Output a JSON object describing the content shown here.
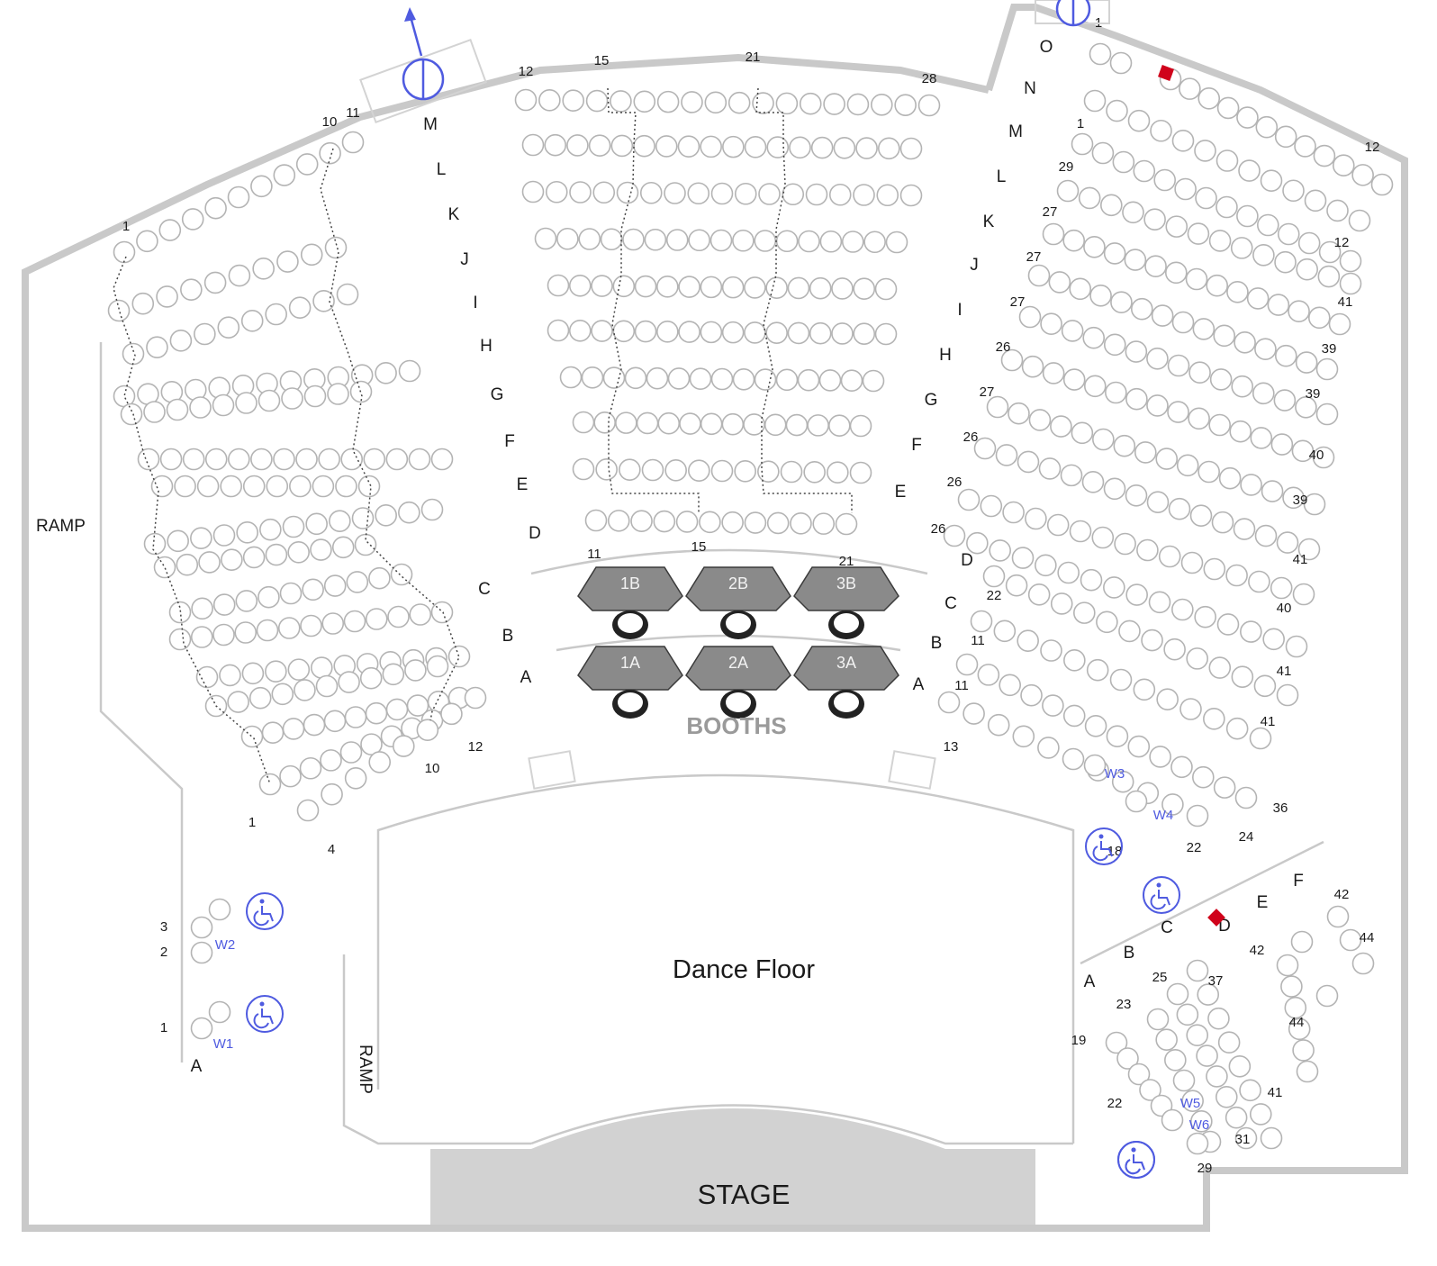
{
  "labels": {
    "stage": "STAGE",
    "dance_floor": "Dance Floor",
    "booths": "BOOTHS",
    "ramp_left": "RAMP",
    "ramp_bottom": "RAMP"
  },
  "row_labels": {
    "center_left": [
      "M",
      "L",
      "K",
      "J",
      "I",
      "H",
      "G",
      "F",
      "E",
      "D",
      "C",
      "B",
      "A"
    ],
    "center_right": [
      "O",
      "N",
      "M",
      "L",
      "K",
      "J",
      "I",
      "H",
      "G",
      "F",
      "E",
      "D",
      "C",
      "B",
      "A"
    ],
    "lower_right": [
      "A",
      "B",
      "C",
      "D",
      "E",
      "F"
    ],
    "left_wheel": "A"
  },
  "booths": {
    "row_b": [
      "1B",
      "2B",
      "3B"
    ],
    "row_a": [
      "1A",
      "2A",
      "3A"
    ]
  },
  "wheelchair": [
    "W1",
    "W2",
    "W3",
    "W4",
    "W5",
    "W6"
  ],
  "left_section_numbers": [
    "1",
    "10",
    "11",
    "12",
    "10",
    "1",
    "4"
  ],
  "center_section_numbers": [
    "12",
    "15",
    "21",
    "28",
    "11",
    "15",
    "21"
  ],
  "right_section_numbers": [
    "1",
    "12",
    "1",
    "29",
    "27",
    "27",
    "27",
    "26",
    "27",
    "26",
    "26",
    "26",
    "22",
    "11",
    "11",
    "13",
    "12",
    "41",
    "39",
    "39",
    "40",
    "39",
    "41",
    "40",
    "41",
    "41",
    "36",
    "24",
    "22",
    "18"
  ],
  "lower_right_numbers": [
    "42",
    "44",
    "42",
    "44",
    "25",
    "37",
    "23",
    "19",
    "41",
    "31",
    "29",
    "22"
  ],
  "left_wheel_numbers": [
    "3",
    "2",
    "1"
  ],
  "colors": {
    "seat_stroke": "#b4b4b4",
    "wall": "#c9c9c9",
    "wheelchair": "#4f5be0",
    "marker": "#d0021b",
    "booth": "#8a8a8a"
  }
}
